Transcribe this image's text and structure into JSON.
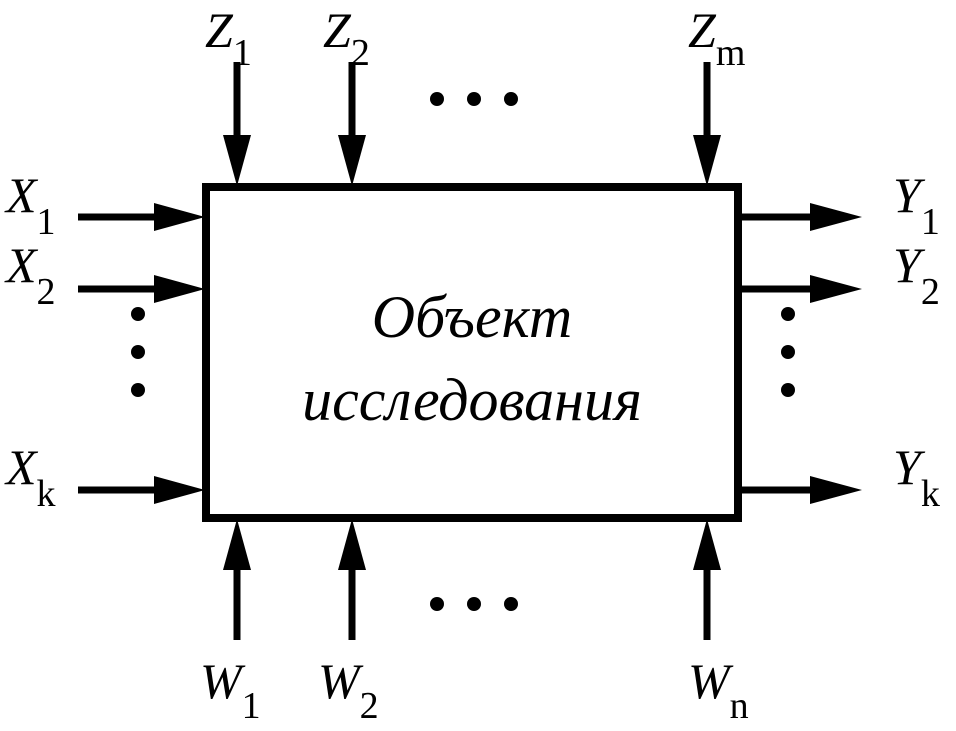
{
  "object": {
    "line1": "Объект",
    "line2": "исследования"
  },
  "labels": {
    "z1": {
      "var": "Z",
      "sub": "1"
    },
    "z2": {
      "var": "Z",
      "sub": "2"
    },
    "zm": {
      "var": "Z",
      "sub": "m"
    },
    "x1": {
      "var": "X",
      "sub": "1"
    },
    "x2": {
      "var": "X",
      "sub": "2"
    },
    "xk": {
      "var": "X",
      "sub": "k"
    },
    "y1": {
      "var": "Y",
      "sub": "1"
    },
    "y2": {
      "var": "Y",
      "sub": "2"
    },
    "yk": {
      "var": "Y",
      "sub": "k"
    },
    "w1": {
      "var": "W",
      "sub": "1"
    },
    "w2": {
      "var": "W",
      "sub": "2"
    },
    "wn": {
      "var": "W",
      "sub": "n"
    }
  }
}
